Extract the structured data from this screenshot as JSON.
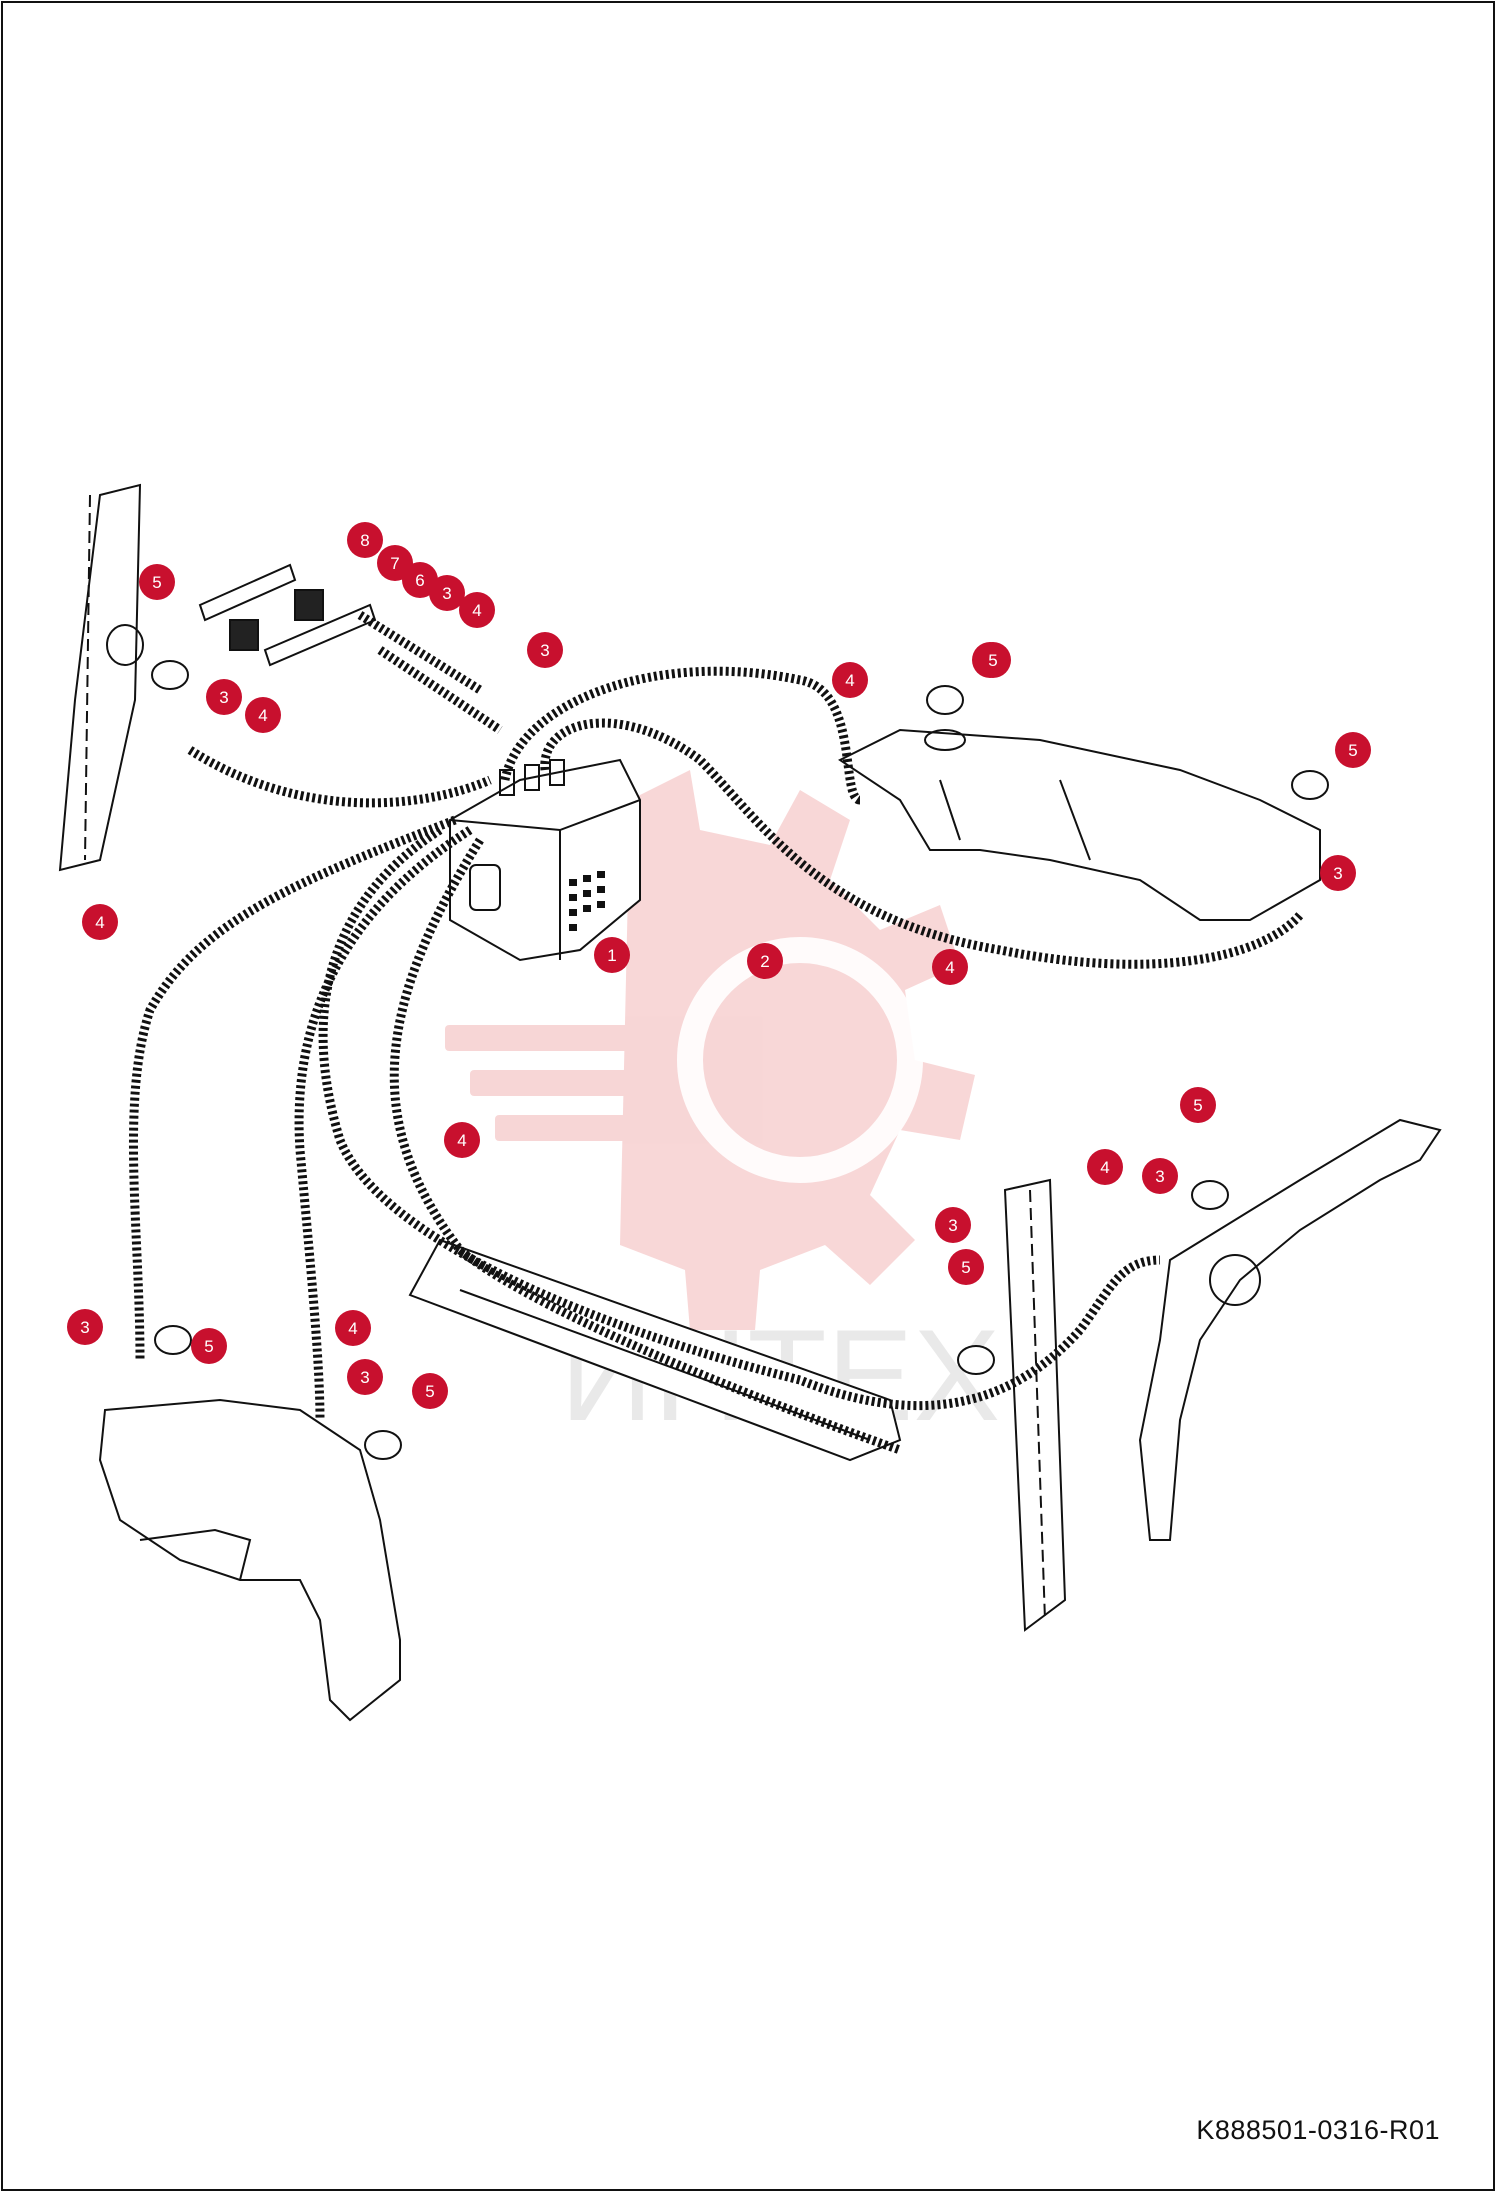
{
  "document": {
    "code": "K888501-0316-R01"
  },
  "colors": {
    "callout": "#c8102e",
    "line": "#111111",
    "watermark": "#f2c4c4"
  },
  "watermark_text": "ИНТЕХ",
  "callouts": [
    {
      "label": "1"
    },
    {
      "label": "2"
    },
    {
      "label": "8"
    },
    {
      "label": "7"
    },
    {
      "label": "6"
    },
    {
      "label": "3"
    },
    {
      "label": "4"
    },
    {
      "label": "5"
    },
    {
      "label": "3"
    },
    {
      "label": "4"
    },
    {
      "label": "3"
    },
    {
      "label": "4"
    },
    {
      "label": "3"
    },
    {
      "label": "5"
    },
    {
      "label": "5"
    },
    {
      "label": "3"
    },
    {
      "label": "4"
    },
    {
      "label": "4"
    },
    {
      "label": "4"
    },
    {
      "label": "5"
    },
    {
      "label": "4"
    },
    {
      "label": "3"
    },
    {
      "label": "3"
    },
    {
      "label": "5"
    },
    {
      "label": "3"
    },
    {
      "label": "5"
    },
    {
      "label": "4"
    },
    {
      "label": "3"
    },
    {
      "label": "5"
    }
  ]
}
